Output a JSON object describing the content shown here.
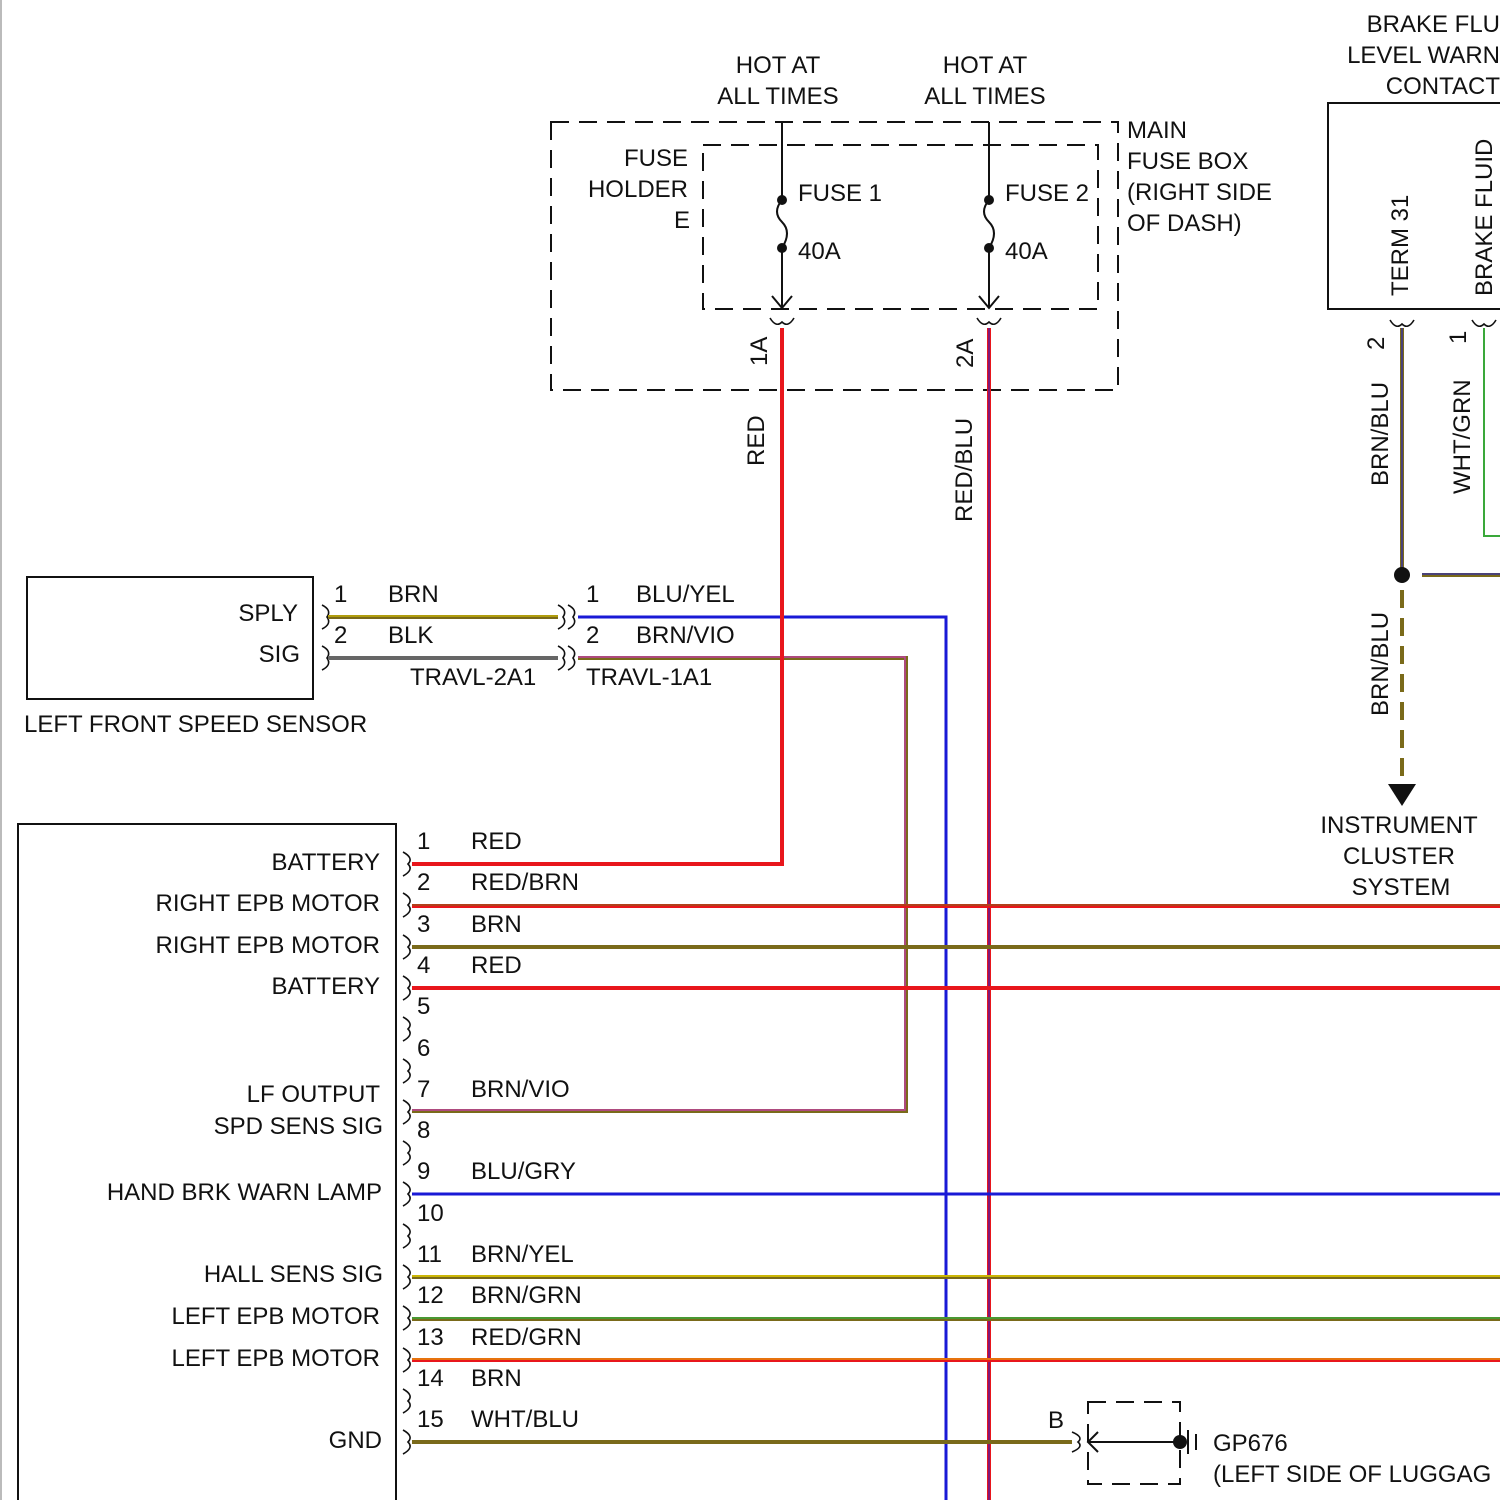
{
  "brake_fluid": {
    "title_lines": [
      "BRAKE FLU",
      "LEVEL WARN",
      "CONTACT"
    ],
    "term31": "TERM 31",
    "brake_fluid_label": "BRAKE FLUID",
    "pin2": "2",
    "pin1": "1",
    "wire2": "BRN/BLU",
    "wire1": "WHT/GRN",
    "downstream_wire": "BRN/BLU"
  },
  "instrument_cluster": {
    "lines": [
      "INSTRUMENT",
      "CLUSTER",
      "SYSTEM"
    ]
  },
  "fuse_box": {
    "hot1": [
      "HOT AT",
      "ALL TIMES"
    ],
    "hot2": [
      "HOT AT",
      "ALL TIMES"
    ],
    "holder_lines": [
      "FUSE",
      "HOLDER",
      "E"
    ],
    "main_lines": [
      "MAIN",
      "FUSE BOX",
      "(RIGHT SIDE",
      "OF DASH)"
    ],
    "fuse1_name": "FUSE 1",
    "fuse1_rating": "40A",
    "fuse2_name": "FUSE 2",
    "fuse2_rating": "40A",
    "pin_1a": "1A",
    "pin_2a": "2A",
    "wire_1a": "RED",
    "wire_2a": "RED/BLU"
  },
  "speed_sensor": {
    "name": "LEFT FRONT SPEED SENSOR",
    "pin_labels": [
      "SPLY",
      "SIG"
    ],
    "side_a": [
      {
        "pin": "1",
        "wire": "BRN"
      },
      {
        "pin": "2",
        "wire": "BLK"
      }
    ],
    "side_b": [
      {
        "pin": "1",
        "wire": "BLU/YEL"
      },
      {
        "pin": "2",
        "wire": "BRN/VIO"
      }
    ],
    "connector_a": "TRAVL-2A1",
    "connector_b": "TRAVL-1A1"
  },
  "module": {
    "pins": [
      {
        "num": "1",
        "wire": "RED",
        "label": ""
      },
      {
        "num": "2",
        "wire": "RED/BRN",
        "label": ""
      },
      {
        "num": "3",
        "wire": "BRN",
        "label": ""
      },
      {
        "num": "4",
        "wire": "RED",
        "label": ""
      },
      {
        "num": "5",
        "wire": "",
        "label": ""
      },
      {
        "num": "6",
        "wire": "",
        "label": ""
      },
      {
        "num": "7",
        "wire": "BRN/VIO",
        "label": ""
      },
      {
        "num": "8",
        "wire": "",
        "label": ""
      },
      {
        "num": "9",
        "wire": "BLU/GRY",
        "label": ""
      },
      {
        "num": "10",
        "wire": "",
        "label": ""
      },
      {
        "num": "11",
        "wire": "BRN/YEL",
        "label": ""
      },
      {
        "num": "12",
        "wire": "BRN/GRN",
        "label": ""
      },
      {
        "num": "13",
        "wire": "RED/GRN",
        "label": ""
      },
      {
        "num": "14",
        "wire": "BRN",
        "label": ""
      },
      {
        "num": "15",
        "wire": "WHT/BLU",
        "label": ""
      }
    ],
    "labels": {
      "battery_1": "BATTERY",
      "right_epb_1": "RIGHT EPB MOTOR",
      "right_epb_2": "RIGHT EPB MOTOR",
      "battery_2": "BATTERY",
      "lf_output": "LF OUTPUT",
      "spd_sens": "SPD SENS SIG",
      "hand_brk": "HAND BRK WARN LAMP",
      "hall_sens": "HALL SENS SIG",
      "left_epb_1": "LEFT EPB MOTOR",
      "left_epb_2": "LEFT EPB MOTOR",
      "gnd": "GND"
    }
  },
  "ground": {
    "pin": "B",
    "name": "GP676",
    "location": "(LEFT SIDE OF LUGGAG"
  },
  "colors": {
    "red": "#e8161c",
    "brown": "#7a6a1a",
    "blue": "#1a1ad6",
    "magenta": "#c040a0",
    "yellow": "#e6d000",
    "green": "#3aa83a",
    "black": "#111111"
  }
}
